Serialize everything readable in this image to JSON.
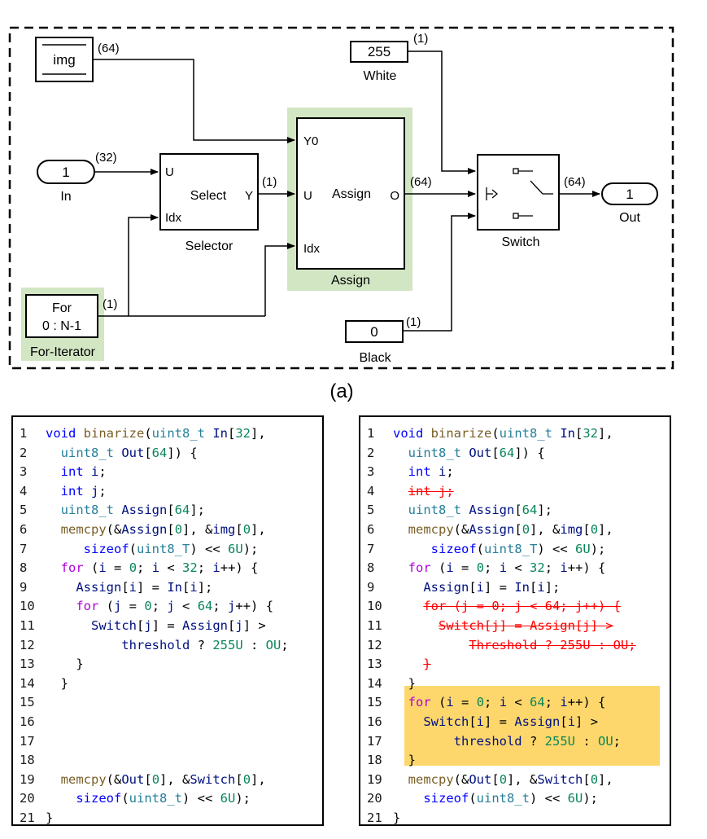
{
  "diagram": {
    "blocks": {
      "img": {
        "label": "img",
        "dim": "(64)"
      },
      "in": {
        "value": "1",
        "label": "In",
        "dim": "(32)"
      },
      "selector": {
        "port_u": "U",
        "port_idx": "Idx",
        "port_y": "Y",
        "center": "Select",
        "label": "Selector",
        "dim_out": "(1)"
      },
      "assign": {
        "port_y0": "Y0",
        "port_u": "U",
        "port_idx": "Idx",
        "port_o": "O",
        "center": "Assign",
        "label": "Assign",
        "dim_out": "(64)"
      },
      "white": {
        "value": "255",
        "label": "White",
        "dim": "(1)"
      },
      "black": {
        "value": "0",
        "label": "Black",
        "dim": "(1)"
      },
      "switch": {
        "label": "Switch",
        "dim_out": "(64)"
      },
      "out": {
        "value": "1",
        "label": "Out"
      },
      "for_iter": {
        "line1": "For",
        "line2": "0 : N-1",
        "label": "For-Iterator",
        "dim": "(1)"
      }
    },
    "caption": "(a)",
    "highlight_color": "#d2e6c4"
  },
  "code_left": {
    "lines": [
      {
        "n": "1",
        "tokens": [
          [
            "kw",
            "void "
          ],
          [
            "fn",
            "binarize"
          ],
          [
            "pl",
            "("
          ],
          [
            "typ",
            "uint8_t"
          ],
          [
            "id",
            " In"
          ],
          [
            "pl",
            "["
          ],
          [
            "num",
            "32"
          ],
          [
            "pl",
            "],"
          ]
        ]
      },
      {
        "n": "2",
        "tokens": [
          [
            "pl",
            "  "
          ],
          [
            "typ",
            "uint8_t"
          ],
          [
            "id",
            " Out"
          ],
          [
            "pl",
            "["
          ],
          [
            "num",
            "64"
          ],
          [
            "pl",
            "]) {"
          ]
        ]
      },
      {
        "n": "3",
        "tokens": [
          [
            "pl",
            "  "
          ],
          [
            "kw",
            "int"
          ],
          [
            "id",
            " i"
          ],
          [
            "pl",
            ";"
          ]
        ]
      },
      {
        "n": "4",
        "tokens": [
          [
            "pl",
            "  "
          ],
          [
            "kw",
            "int"
          ],
          [
            "id",
            " j"
          ],
          [
            "pl",
            ";"
          ]
        ]
      },
      {
        "n": "5",
        "tokens": [
          [
            "pl",
            "  "
          ],
          [
            "typ",
            "uint8_t"
          ],
          [
            "id",
            " Assign"
          ],
          [
            "pl",
            "["
          ],
          [
            "num",
            "64"
          ],
          [
            "pl",
            "];"
          ]
        ]
      },
      {
        "n": "6",
        "tokens": [
          [
            "pl",
            "  "
          ],
          [
            "fn",
            "memcpy"
          ],
          [
            "pl",
            "(&"
          ],
          [
            "id",
            "Assign"
          ],
          [
            "pl",
            "["
          ],
          [
            "num",
            "0"
          ],
          [
            "pl",
            "], &"
          ],
          [
            "id",
            "img"
          ],
          [
            "pl",
            "["
          ],
          [
            "num",
            "0"
          ],
          [
            "pl",
            "],"
          ]
        ]
      },
      {
        "n": "7",
        "tokens": [
          [
            "pl",
            "     "
          ],
          [
            "kw",
            "sizeof"
          ],
          [
            "pl",
            "("
          ],
          [
            "typ",
            "uint8_T"
          ],
          [
            "pl",
            ") << "
          ],
          [
            "num",
            "6U"
          ],
          [
            "pl",
            ");"
          ]
        ]
      },
      {
        "n": "8",
        "tokens": [
          [
            "pl",
            "  "
          ],
          [
            "ctl",
            "for"
          ],
          [
            "pl",
            " ("
          ],
          [
            "id",
            "i"
          ],
          [
            "pl",
            " = "
          ],
          [
            "num",
            "0"
          ],
          [
            "pl",
            "; "
          ],
          [
            "id",
            "i"
          ],
          [
            "pl",
            " < "
          ],
          [
            "num",
            "32"
          ],
          [
            "pl",
            "; "
          ],
          [
            "id",
            "i"
          ],
          [
            "pl",
            "++) {"
          ]
        ]
      },
      {
        "n": "9",
        "tokens": [
          [
            "pl",
            "    "
          ],
          [
            "id",
            "Assign"
          ],
          [
            "pl",
            "["
          ],
          [
            "id",
            "i"
          ],
          [
            "pl",
            "] = "
          ],
          [
            "id",
            "In"
          ],
          [
            "pl",
            "["
          ],
          [
            "id",
            "i"
          ],
          [
            "pl",
            "];"
          ]
        ]
      },
      {
        "n": "10",
        "tokens": [
          [
            "pl",
            "    "
          ],
          [
            "ctl",
            "for"
          ],
          [
            "pl",
            " ("
          ],
          [
            "id",
            "j"
          ],
          [
            "pl",
            " = "
          ],
          [
            "num",
            "0"
          ],
          [
            "pl",
            "; "
          ],
          [
            "id",
            "j"
          ],
          [
            "pl",
            " < "
          ],
          [
            "num",
            "64"
          ],
          [
            "pl",
            "; "
          ],
          [
            "id",
            "j"
          ],
          [
            "pl",
            "++) {"
          ]
        ]
      },
      {
        "n": "11",
        "tokens": [
          [
            "pl",
            "      "
          ],
          [
            "id",
            "Switch"
          ],
          [
            "pl",
            "["
          ],
          [
            "id",
            "j"
          ],
          [
            "pl",
            "] = "
          ],
          [
            "id",
            "Assign"
          ],
          [
            "pl",
            "["
          ],
          [
            "id",
            "j"
          ],
          [
            "pl",
            "] >"
          ]
        ]
      },
      {
        "n": "12",
        "tokens": [
          [
            "pl",
            "          "
          ],
          [
            "id",
            "threshold"
          ],
          [
            "pl",
            " ? "
          ],
          [
            "num",
            "255U"
          ],
          [
            "pl",
            " : "
          ],
          [
            "num",
            "OU"
          ],
          [
            "pl",
            ";"
          ]
        ]
      },
      {
        "n": "13",
        "tokens": [
          [
            "pl",
            "    }"
          ]
        ]
      },
      {
        "n": "14",
        "tokens": [
          [
            "pl",
            "  }"
          ]
        ]
      },
      {
        "n": "15",
        "tokens": []
      },
      {
        "n": "16",
        "tokens": []
      },
      {
        "n": "17",
        "tokens": []
      },
      {
        "n": "18",
        "tokens": []
      },
      {
        "n": "19",
        "tokens": [
          [
            "pl",
            "  "
          ],
          [
            "fn",
            "memcpy"
          ],
          [
            "pl",
            "(&"
          ],
          [
            "id",
            "Out"
          ],
          [
            "pl",
            "["
          ],
          [
            "num",
            "0"
          ],
          [
            "pl",
            "], &"
          ],
          [
            "id",
            "Switch"
          ],
          [
            "pl",
            "["
          ],
          [
            "num",
            "0"
          ],
          [
            "pl",
            "],"
          ]
        ]
      },
      {
        "n": "20",
        "tokens": [
          [
            "pl",
            "    "
          ],
          [
            "kw",
            "sizeof"
          ],
          [
            "pl",
            "("
          ],
          [
            "typ",
            "uint8_t"
          ],
          [
            "pl",
            ") << "
          ],
          [
            "num",
            "6U"
          ],
          [
            "pl",
            ");"
          ]
        ]
      },
      {
        "n": "21",
        "tokens": [
          [
            "pl",
            "}"
          ]
        ]
      }
    ]
  },
  "code_right": {
    "lines": [
      {
        "n": "1",
        "tokens": [
          [
            "kw",
            "void "
          ],
          [
            "fn",
            "binarize"
          ],
          [
            "pl",
            "("
          ],
          [
            "typ",
            "uint8_t"
          ],
          [
            "id",
            " In"
          ],
          [
            "pl",
            "["
          ],
          [
            "num",
            "32"
          ],
          [
            "pl",
            "],"
          ]
        ]
      },
      {
        "n": "2",
        "tokens": [
          [
            "pl",
            "  "
          ],
          [
            "typ",
            "uint8_t"
          ],
          [
            "id",
            " Out"
          ],
          [
            "pl",
            "["
          ],
          [
            "num",
            "64"
          ],
          [
            "pl",
            "]) {"
          ]
        ]
      },
      {
        "n": "3",
        "tokens": [
          [
            "pl",
            "  "
          ],
          [
            "kw",
            "int"
          ],
          [
            "id",
            " i"
          ],
          [
            "pl",
            ";"
          ]
        ]
      },
      {
        "n": "4",
        "del": true,
        "tokens": [
          [
            "pl",
            "  "
          ],
          [
            "del",
            "int j;"
          ]
        ]
      },
      {
        "n": "5",
        "tokens": [
          [
            "pl",
            "  "
          ],
          [
            "typ",
            "uint8_t"
          ],
          [
            "id",
            " Assign"
          ],
          [
            "pl",
            "["
          ],
          [
            "num",
            "64"
          ],
          [
            "pl",
            "];"
          ]
        ]
      },
      {
        "n": "6",
        "tokens": [
          [
            "pl",
            "  "
          ],
          [
            "fn",
            "memcpy"
          ],
          [
            "pl",
            "(&"
          ],
          [
            "id",
            "Assign"
          ],
          [
            "pl",
            "["
          ],
          [
            "num",
            "0"
          ],
          [
            "pl",
            "], &"
          ],
          [
            "id",
            "img"
          ],
          [
            "pl",
            "["
          ],
          [
            "num",
            "0"
          ],
          [
            "pl",
            "],"
          ]
        ]
      },
      {
        "n": "7",
        "tokens": [
          [
            "pl",
            "     "
          ],
          [
            "kw",
            "sizeof"
          ],
          [
            "pl",
            "("
          ],
          [
            "typ",
            "uint8_T"
          ],
          [
            "pl",
            ") << "
          ],
          [
            "num",
            "6U"
          ],
          [
            "pl",
            ");"
          ]
        ]
      },
      {
        "n": "8",
        "tokens": [
          [
            "pl",
            "  "
          ],
          [
            "ctl",
            "for"
          ],
          [
            "pl",
            " ("
          ],
          [
            "id",
            "i"
          ],
          [
            "pl",
            " = "
          ],
          [
            "num",
            "0"
          ],
          [
            "pl",
            "; "
          ],
          [
            "id",
            "i"
          ],
          [
            "pl",
            " < "
          ],
          [
            "num",
            "32"
          ],
          [
            "pl",
            "; "
          ],
          [
            "id",
            "i"
          ],
          [
            "pl",
            "++) {"
          ]
        ]
      },
      {
        "n": "9",
        "tokens": [
          [
            "pl",
            "    "
          ],
          [
            "id",
            "Assign"
          ],
          [
            "pl",
            "["
          ],
          [
            "id",
            "i"
          ],
          [
            "pl",
            "] = "
          ],
          [
            "id",
            "In"
          ],
          [
            "pl",
            "["
          ],
          [
            "id",
            "i"
          ],
          [
            "pl",
            "];"
          ]
        ]
      },
      {
        "n": "10",
        "tokens": [
          [
            "pl",
            "    "
          ],
          [
            "del",
            "for (j = 0; j < 64; j++) {"
          ]
        ]
      },
      {
        "n": "11",
        "tokens": [
          [
            "pl",
            "      "
          ],
          [
            "del",
            "Switch[j] = Assign[j] >"
          ]
        ]
      },
      {
        "n": "12",
        "tokens": [
          [
            "pl",
            "          "
          ],
          [
            "del",
            "Threshold ? 255U : OU;"
          ]
        ]
      },
      {
        "n": "13",
        "tokens": [
          [
            "pl",
            "    "
          ],
          [
            "del",
            "}"
          ]
        ]
      },
      {
        "n": "14",
        "tokens": [
          [
            "pl",
            "  }"
          ]
        ]
      },
      {
        "n": "15",
        "tokens": [
          [
            "pl",
            "  "
          ],
          [
            "ctl",
            "for"
          ],
          [
            "pl",
            " ("
          ],
          [
            "id",
            "i"
          ],
          [
            "pl",
            " = "
          ],
          [
            "num",
            "0"
          ],
          [
            "pl",
            "; "
          ],
          [
            "id",
            "i"
          ],
          [
            "pl",
            " < "
          ],
          [
            "num",
            "64"
          ],
          [
            "pl",
            "; "
          ],
          [
            "id",
            "i"
          ],
          [
            "pl",
            "++) {"
          ]
        ]
      },
      {
        "n": "16",
        "tokens": [
          [
            "pl",
            "    "
          ],
          [
            "id",
            "Switch"
          ],
          [
            "pl",
            "["
          ],
          [
            "id",
            "i"
          ],
          [
            "pl",
            "] = "
          ],
          [
            "id",
            "Assign"
          ],
          [
            "pl",
            "["
          ],
          [
            "id",
            "i"
          ],
          [
            "pl",
            "] >"
          ]
        ]
      },
      {
        "n": "17",
        "tokens": [
          [
            "pl",
            "        "
          ],
          [
            "id",
            "threshold"
          ],
          [
            "pl",
            " ? "
          ],
          [
            "num",
            "255U"
          ],
          [
            "pl",
            " : "
          ],
          [
            "num",
            "OU"
          ],
          [
            "pl",
            ";"
          ]
        ]
      },
      {
        "n": "18",
        "tokens": [
          [
            "pl",
            "  }"
          ]
        ]
      },
      {
        "n": "19",
        "tokens": [
          [
            "pl",
            "  "
          ],
          [
            "fn",
            "memcpy"
          ],
          [
            "pl",
            "(&"
          ],
          [
            "id",
            "Out"
          ],
          [
            "pl",
            "["
          ],
          [
            "num",
            "0"
          ],
          [
            "pl",
            "], &"
          ],
          [
            "id",
            "Switch"
          ],
          [
            "pl",
            "["
          ],
          [
            "num",
            "0"
          ],
          [
            "pl",
            "],"
          ]
        ]
      },
      {
        "n": "20",
        "tokens": [
          [
            "pl",
            "    "
          ],
          [
            "kw",
            "sizeof"
          ],
          [
            "pl",
            "("
          ],
          [
            "typ",
            "uint8_t"
          ],
          [
            "pl",
            ") << "
          ],
          [
            "num",
            "6U"
          ],
          [
            "pl",
            ");"
          ]
        ]
      },
      {
        "n": "21",
        "tokens": [
          [
            "pl",
            "}"
          ]
        ]
      }
    ],
    "highlight_color": "#fdd76b"
  }
}
